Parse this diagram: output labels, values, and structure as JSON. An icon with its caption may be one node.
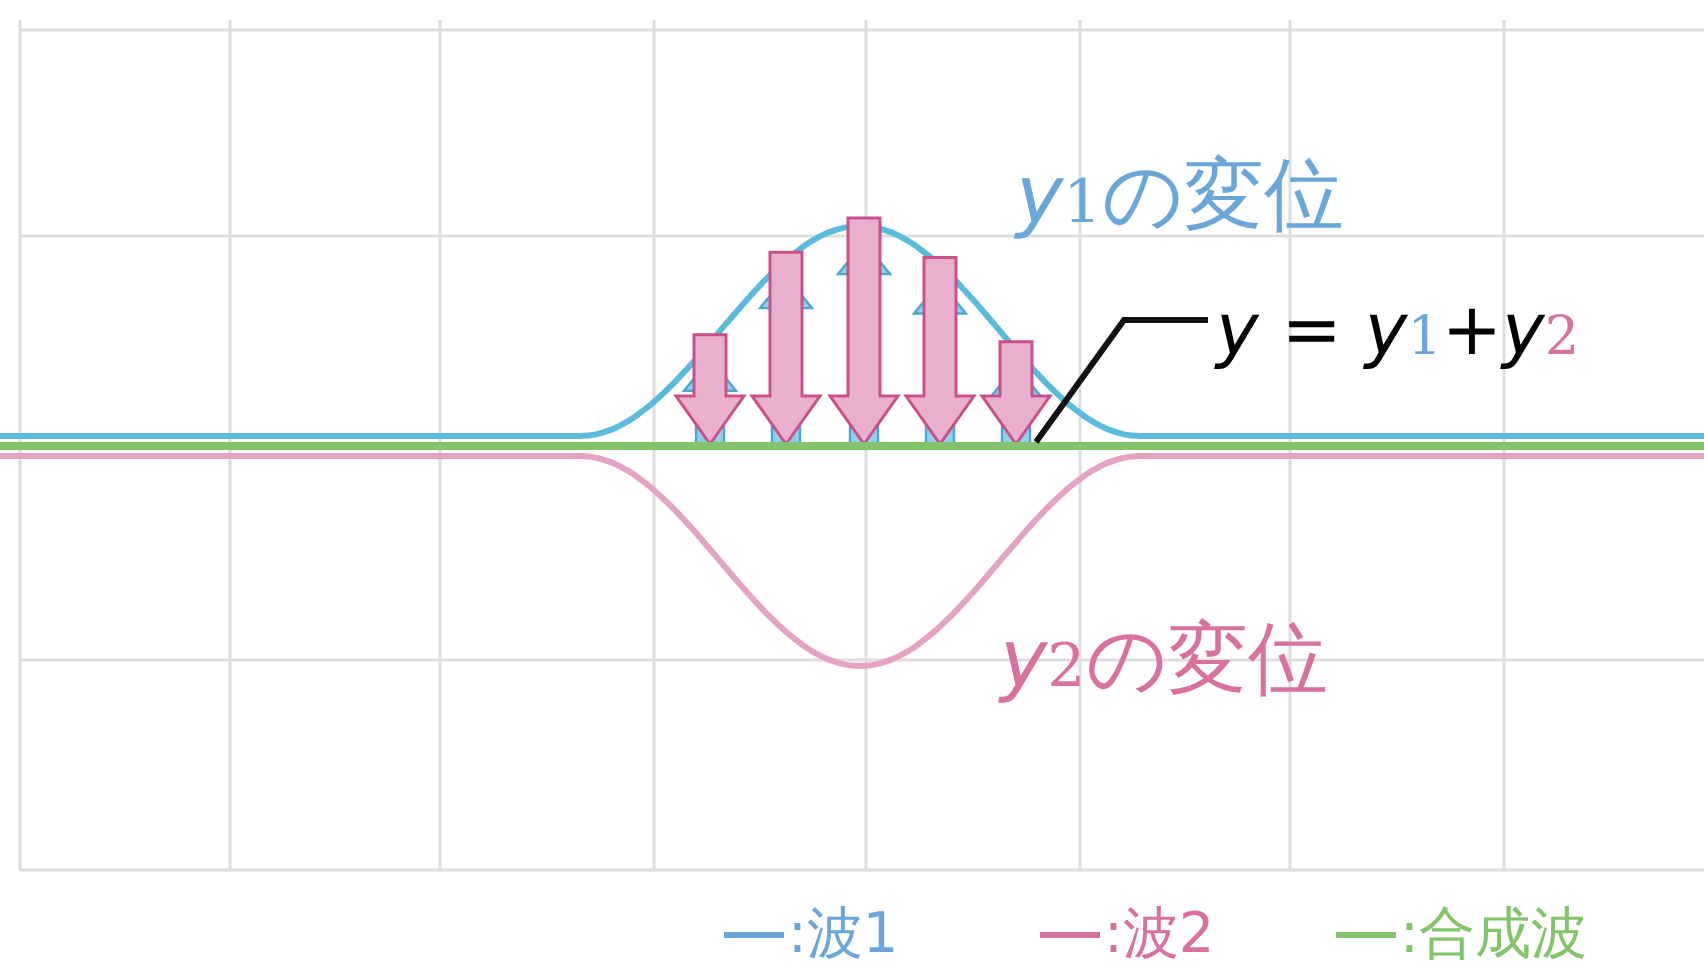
{
  "diagram": {
    "nodes": [
      {
        "text": [
          "*y* = *y*$_{1}$+*y*$_{2}$"
        ]
      },
      {
        "text": [],
        "shape": "line"
      }
    ],
    "edges": [
      {
        "from": 0,
        "to": 1,
        "arrow": "none"
      }
    ],
    "labels": [
      "*y*$_{1}$の変位",
      "*y*$_{2}$の変位"
    ],
    "legend": [
      {
        "text": ":波1",
        "color": "#6aa6da"
      },
      {
        "text": ":波2",
        "color": "#d9719f"
      },
      {
        "text": ":合成波",
        "color": "#82c46a"
      }
    ]
  }
}
